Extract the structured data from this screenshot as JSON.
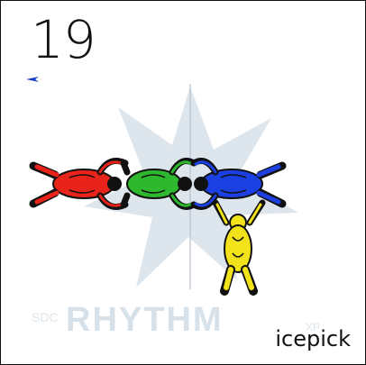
{
  "card": {
    "number": "19",
    "name": "icepick",
    "watermark": {
      "prefix": "SDC",
      "brand": "RHYTHM",
      "suffix": "XP"
    }
  },
  "colors": {
    "watermark": "#c9d6e3",
    "jumper_red": "#e8231a",
    "jumper_green": "#2db82d",
    "jumper_blue": "#1b3fe0",
    "jumper_yellow": "#f2e21a",
    "marker": "#1a3cc8"
  },
  "jumpers": [
    {
      "color_name": "red"
    },
    {
      "color_name": "green"
    },
    {
      "color_name": "blue"
    },
    {
      "color_name": "yellow"
    }
  ]
}
